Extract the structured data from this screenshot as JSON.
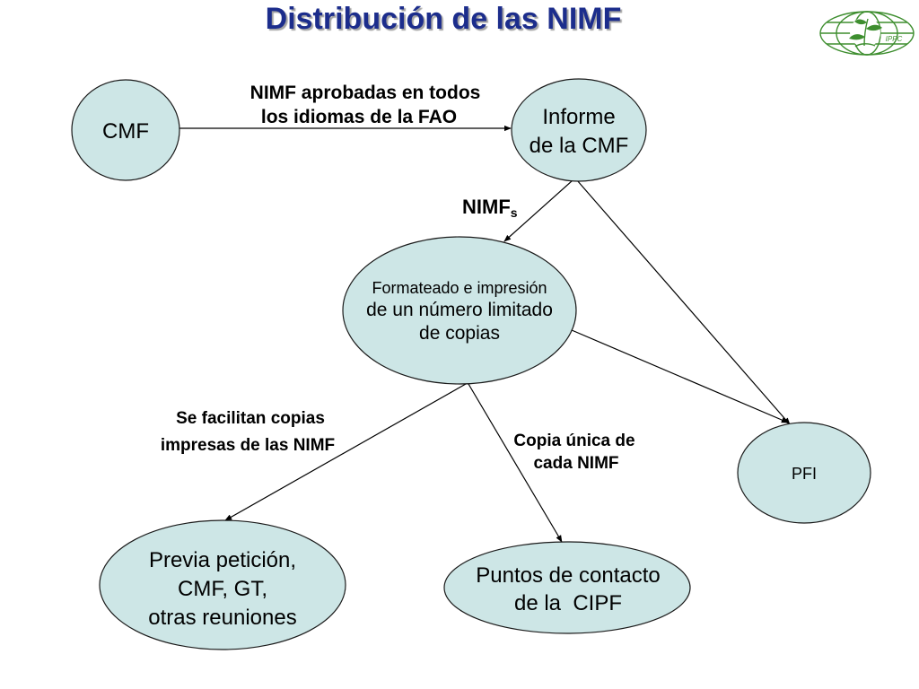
{
  "title": "Distribución de las NIMF",
  "logo": {
    "icon": "ippc-globe-plant-logo",
    "text": "IPPC"
  },
  "colors": {
    "title": "#1c2d8c",
    "node_fill": "#cde6e6",
    "node_stroke": "#1a1a1a",
    "logo": "#3e8e2f"
  },
  "nodes": {
    "cmf": {
      "lines": [
        "CMF"
      ]
    },
    "informe": {
      "lines": [
        "Informe",
        "de la CMF"
      ]
    },
    "formateado": {
      "lines": [
        "Formateado e impresión",
        "de un número limitado",
        "de copias"
      ]
    },
    "pfi": {
      "lines": [
        "PFI"
      ]
    },
    "previa": {
      "lines": [
        "Previa petición,",
        "CMF, GT,",
        "otras reuniones"
      ]
    },
    "puntos": {
      "lines": [
        "Puntos de contacto",
        "de la  CIPF"
      ]
    }
  },
  "edges": {
    "cmf_to_informe": {
      "label_lines": [
        "NIMF aprobadas en todos",
        "los idiomas de la FAO"
      ]
    },
    "informe_to_formateado": {
      "label": "NIMF",
      "label_subscript": "s"
    },
    "formateado_to_previa": {
      "label_lines": [
        "Se facilitan copias",
        "impresas de las NIMF"
      ]
    },
    "formateado_to_puntos": {
      "label_lines": [
        "Copia única de",
        "cada NIMF"
      ]
    }
  }
}
